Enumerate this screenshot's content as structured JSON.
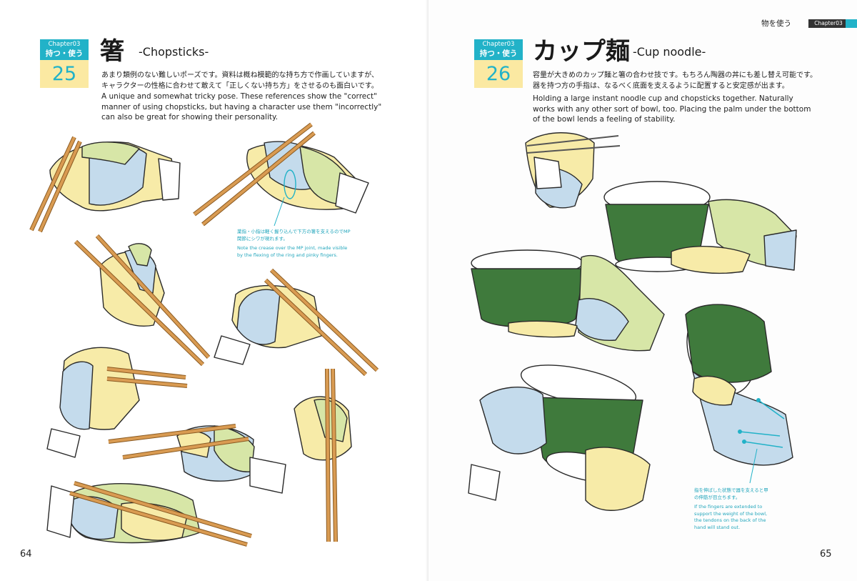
{
  "left_page": {
    "badge": {
      "chapter": "Chapter03",
      "label": "持つ・使う",
      "number": "25"
    },
    "title_jp": "箸",
    "title_en": "-Chopsticks-",
    "body_jp": "あまり類例のない難しいポーズです。資料は概ね模範的な持ち方で作画していますが、キャラクターの性格に合わせて敢えて「正しくない持ち方」をさせるのも面白いです。",
    "body_en": "A unique and somewhat tricky pose. These references show the \"correct\" manner of using chopsticks, but having a character use them \"incorrectly\" can also be great for showing their personality.",
    "note_jp": "薬指・小指は軽く握り込んで下方の箸を支えるのでMP関節にシワが現れます。",
    "note_en": "Note the crease over the MP joint, made visible by the flexing of the ring and pinky fingers.",
    "page_number": "64"
  },
  "right_page": {
    "running_head": {
      "label": "物を使う",
      "chapter": "Chapter03"
    },
    "badge": {
      "chapter": "Chapter03",
      "label": "持つ・使う",
      "number": "26"
    },
    "title_jp": "カップ麺",
    "title_en": "-Cup noodle-",
    "body_jp": "容量が大きめのカップ麺と箸の合わせ技です。もちろん陶器の丼にも差し替え可能です。器を持つ方の手指は、なるべく底面を支えるように配置すると安定感が出ます。",
    "body_en": "Holding a large instant noodle cup and chopsticks together. Naturally works with any other sort of bowl, too. Placing the palm under the bottom of the bowl lends a feeling of stability.",
    "note_jp": "指を伸ばした状態で器を支えると甲の伸筋が目立ちます。",
    "note_en": "If the fingers are extended to support the weight of the bowl, the tendons on the back of the hand will stand out.",
    "page_number": "65"
  },
  "colors": {
    "accent_cyan": "#22b2c8",
    "badge_yellow": "#fbe9a2",
    "skin_yellow": "#f7eba8",
    "skin_blue": "#c4dbec",
    "skin_green": "#d7e6a7",
    "chopstick": "#d99b52",
    "cup_green": "#3f7a3c"
  }
}
